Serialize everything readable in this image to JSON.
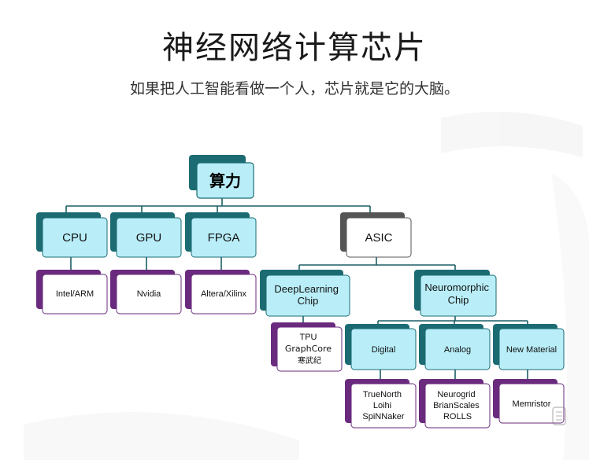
{
  "title": "神经网络计算芯片",
  "subtitle": "如果把人工智能看做一个人，芯片就是它的大脑。",
  "colors": {
    "cyan_fill": "#b9eef8",
    "teal_frame": "#1c6b73",
    "purple_frame": "#6a2b7e",
    "white_fill": "#ffffff",
    "connector": "#1c5f66"
  },
  "tree": {
    "root": "算力",
    "cpu": "CPU",
    "gpu": "GPU",
    "fpga": "FPGA",
    "asic": "ASIC",
    "cpu_vendor": "Intel/ARM",
    "gpu_vendor": "Nvidia",
    "fpga_vendor": "Altera/Xilinx",
    "deeplearning": [
      "DeepLearning",
      "Chip"
    ],
    "neuromorphic": [
      "Neuromorphic",
      "Chip"
    ],
    "dl_chips": [
      "TPU",
      "GraphCore",
      "寒武纪"
    ],
    "digital": "Digital",
    "analog": "Analog",
    "new_material": "New Material",
    "digital_chips": [
      "TrueNorth",
      "Loihi",
      "SpiNNaker"
    ],
    "analog_chips": [
      "Neurogrid",
      "BrianScales",
      "ROLLS"
    ],
    "new_material_chips": [
      "Memristor"
    ]
  }
}
